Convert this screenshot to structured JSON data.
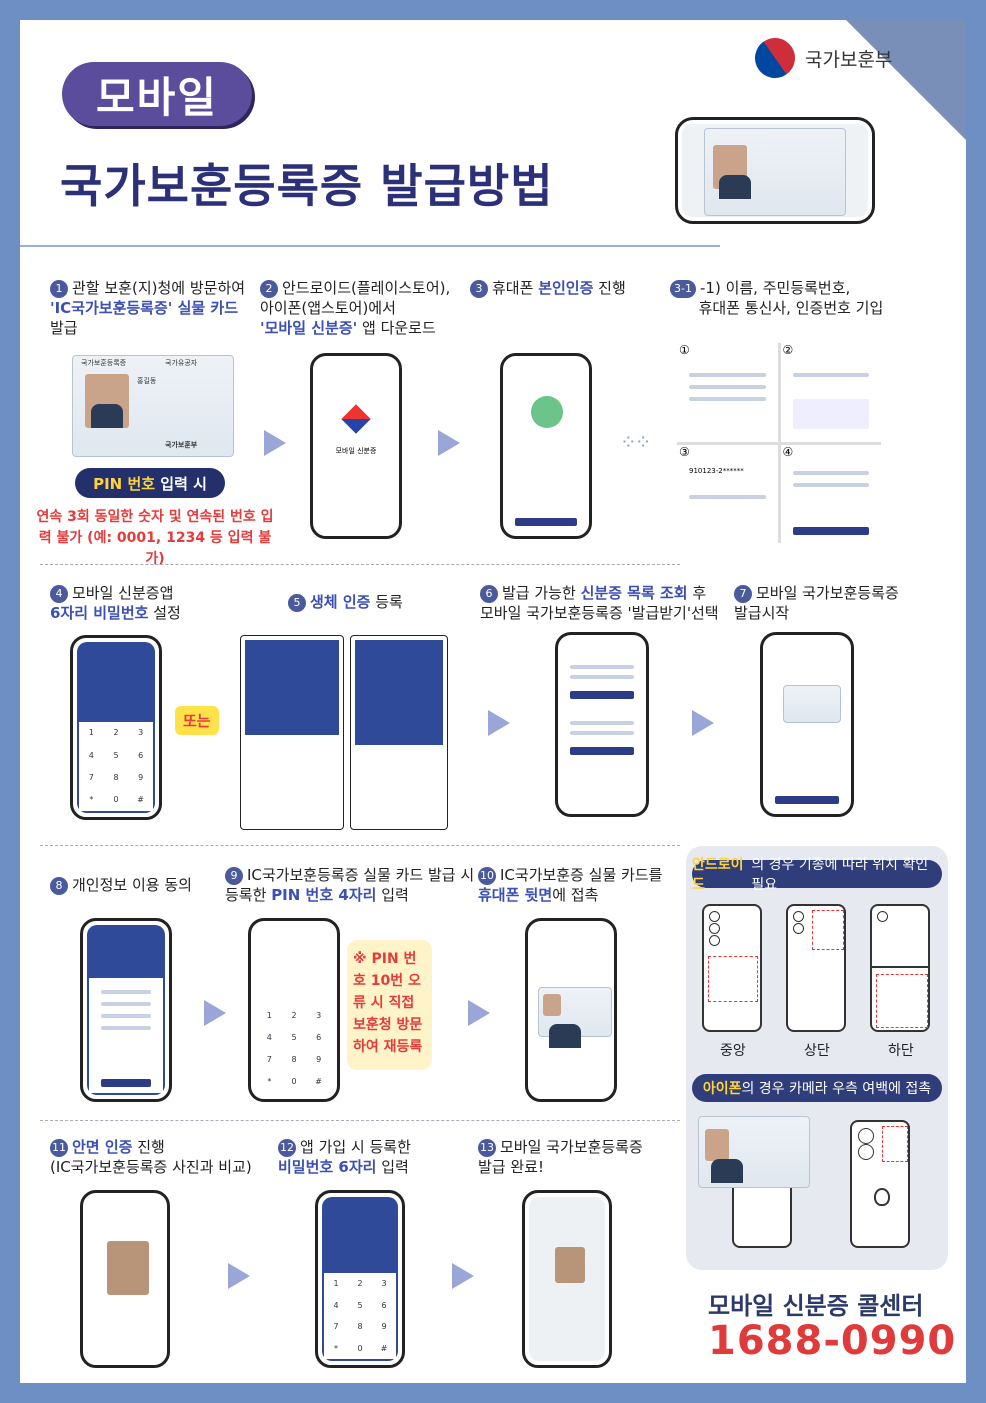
{
  "header": {
    "badge": "모바일",
    "title": "국가보훈등록증 발급방법",
    "ministry": "국가보훈부"
  },
  "steps": [
    {
      "n": "1",
      "text": "관할 보훈(지)청에 방문하여",
      "hl": "'IC국가보훈등록증' 실물 카드",
      "tail": "발급"
    },
    {
      "n": "2",
      "text": "안드로이드(플레이스토어),",
      "text2": "아이폰(앱스토어)에서",
      "hl": "'모바일 신분증'",
      "tail": "앱 다운로드"
    },
    {
      "n": "3",
      "text": "휴대폰",
      "hl": "본인인증",
      "tail": "진행"
    },
    {
      "n": "3-1",
      "text": "-1) 이름, 주민등록번호,",
      "text2": "휴대폰 통신사, 인증번호 기입"
    },
    {
      "n": "4",
      "text": "모바일 신분증앱",
      "hl": "6자리 비밀번호",
      "tail": "설정"
    },
    {
      "n": "5",
      "hl": "생체 인증",
      "tail": "등록"
    },
    {
      "n": "6",
      "text": "발급 가능한",
      "hl": "신분증 목록 조회",
      "tail": "후",
      "text2": "모바일 국가보훈등록증 '발급받기'선택"
    },
    {
      "n": "7",
      "text": "모바일 국가보훈등록증",
      "text2": "발급시작"
    },
    {
      "n": "8",
      "text": "개인정보 이용 동의"
    },
    {
      "n": "9",
      "text": "IC국가보훈등록증 실물 카드 발급 시",
      "text2": "등록한",
      "hl": "PIN 번호 4자리",
      "tail": "입력"
    },
    {
      "n": "10",
      "text": "IC국가보훈증 실물 카드를",
      "hl": "휴대폰 뒷면",
      "tail": "에 접촉"
    },
    {
      "n": "11",
      "hl": "안면 인증",
      "tail": "진행",
      "text2": "(IC국가보훈등록증 사진과 비교)"
    },
    {
      "n": "12",
      "text": "앱 가입 시 등록한",
      "hl": "비밀번호 6자리",
      "tail": "입력"
    },
    {
      "n": "13",
      "text": "모바일 국가보훈등록증",
      "text2": "발급 완료!"
    }
  ],
  "pin_note": {
    "pill_hl": "PIN 번호",
    "pill_tail": "입력 시",
    "warning": "연속 3회 동일한 숫자 및 연속된 번호 입력 불가 (예: 0001, 1234 등 입력 불가)"
  },
  "or_label": "또는",
  "pin_error": "※ PIN 번호 10번 오류 시 직접 보훈청 방문하여 재등록",
  "card": {
    "header": "국가보훈등록증",
    "name": "홍길동",
    "mark": "국가유공자",
    "org": "국가보훈부"
  },
  "app_label": "모바일 신분증",
  "android_bar": {
    "hl": "안드로이드",
    "rest": "의 경우 기종에 따라 위치 확인 필요"
  },
  "android_positions": [
    "중앙",
    "상단",
    "하단"
  ],
  "iphone_bar": {
    "hl": "아이폰",
    "rest": "의 경우 카메라 우측 여백에 접촉"
  },
  "call_center": {
    "label": "모바일 신분증 콜센터",
    "phone": "1688-0990"
  },
  "sub_labels": [
    "①",
    "②",
    "③",
    "④"
  ],
  "keypad": [
    "1",
    "2",
    "3",
    "4",
    "5",
    "6",
    "7",
    "8",
    "9",
    "*",
    "0",
    "#"
  ],
  "pin_mask": "910123-2******"
}
